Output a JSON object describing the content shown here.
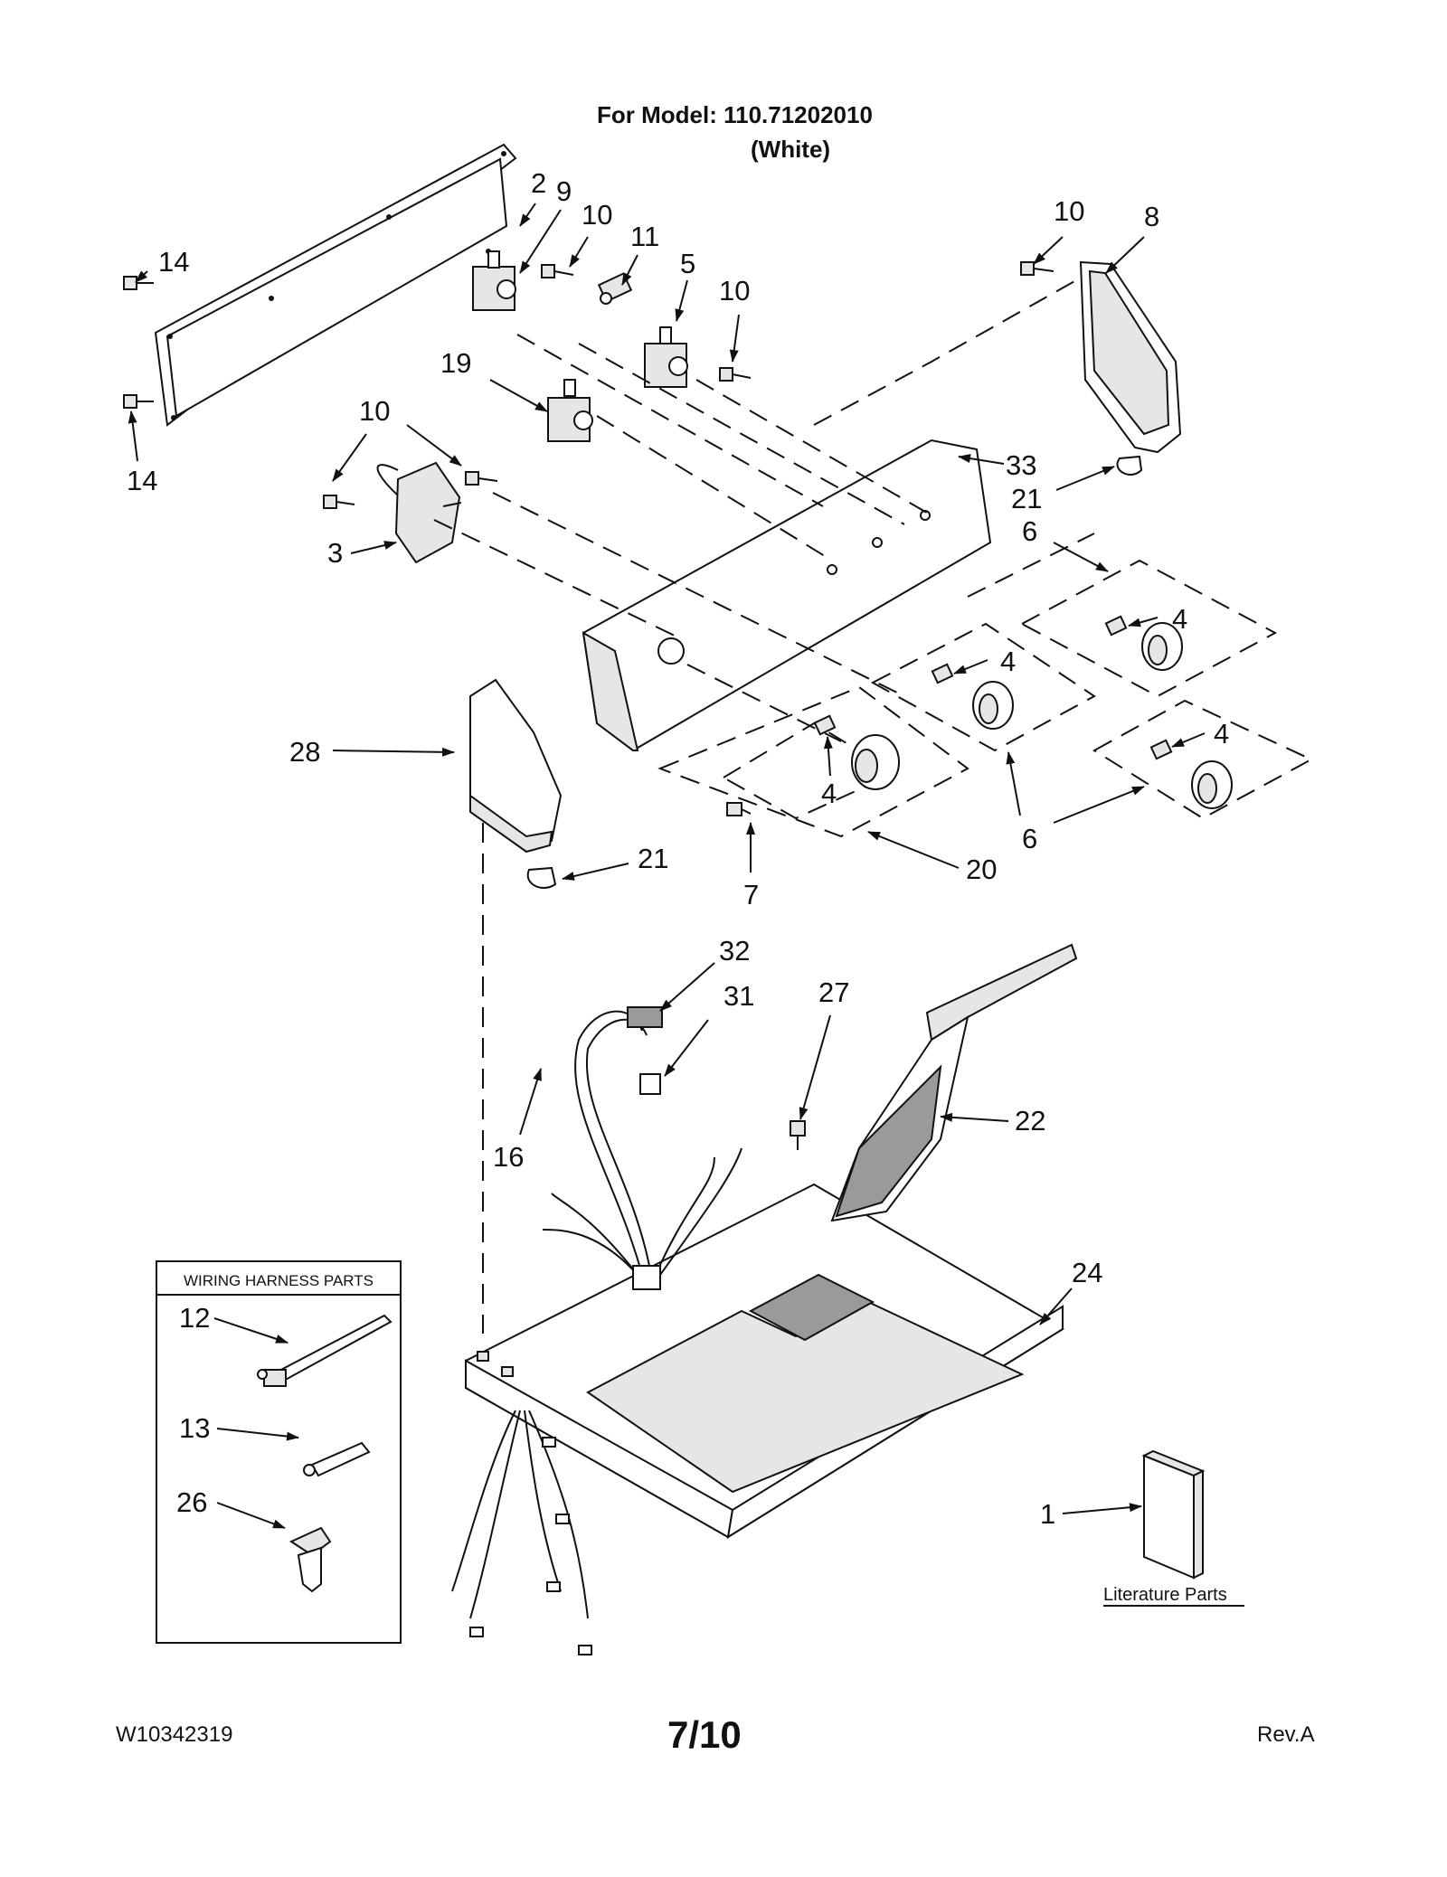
{
  "header": {
    "title": "For Model: 110.71202010",
    "subtitle": "(White)"
  },
  "callouts": {
    "c2": "2",
    "c9": "9",
    "c10a": "10",
    "c11": "11",
    "c5": "5",
    "c10b": "10",
    "c10c": "10",
    "c8": "8",
    "c14a": "14",
    "c14b": "14",
    "c19": "19",
    "c10d": "10",
    "c3": "3",
    "c33": "33",
    "c21a": "21",
    "c6a": "6",
    "c4a": "4",
    "c4b": "4",
    "c4c": "4",
    "c4d": "4",
    "c6b": "6",
    "c28": "28",
    "c20": "20",
    "c7": "7",
    "c21b": "21",
    "c32": "32",
    "c31": "31",
    "c27": "27",
    "c16": "16",
    "c22": "22",
    "c24": "24",
    "c12": "12",
    "c13": "13",
    "c26": "26",
    "c1": "1"
  },
  "wiring_box": {
    "title": "WIRING HARNESS PARTS"
  },
  "literature": {
    "label": "Literature Parts"
  },
  "footer": {
    "doc_number": "W10342319",
    "page": "7/10",
    "revision": "Rev.A"
  },
  "arrow_color": "#111111"
}
